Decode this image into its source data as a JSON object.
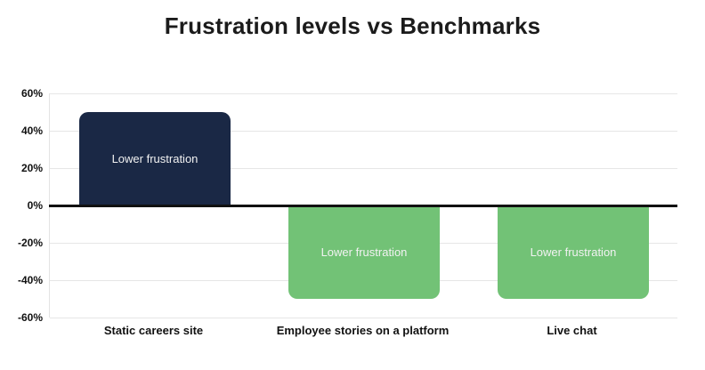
{
  "chart_data": {
    "type": "bar",
    "title": "Frustration levels vs Benchmarks",
    "categories": [
      "Static careers site",
      "Employee stories on a platform",
      "Live chat"
    ],
    "values": [
      50,
      -50,
      -50
    ],
    "value_unit": "%",
    "bar_labels": [
      "Lower frustration",
      "Lower frustration",
      "Lower frustration"
    ],
    "bar_colors": [
      "#1a2845",
      "#72c276",
      "#72c276"
    ],
    "ytick_labels": [
      "60%",
      "40%",
      "20%",
      "0%",
      "-20%",
      "-40%",
      "-60%"
    ],
    "ytick_values": [
      60,
      40,
      20,
      0,
      -20,
      -40,
      -60
    ],
    "ylim": [
      -60,
      60
    ],
    "xlabel": "",
    "ylabel": "",
    "grid": true,
    "legend": false,
    "colors": {
      "gridline": "#e6e6e6",
      "zero_baseline": "#111111",
      "bar_label_text": "#f2f2f2",
      "axis_text": "#111111",
      "title_text": "#1b1b1b",
      "background": "#ffffff"
    }
  }
}
